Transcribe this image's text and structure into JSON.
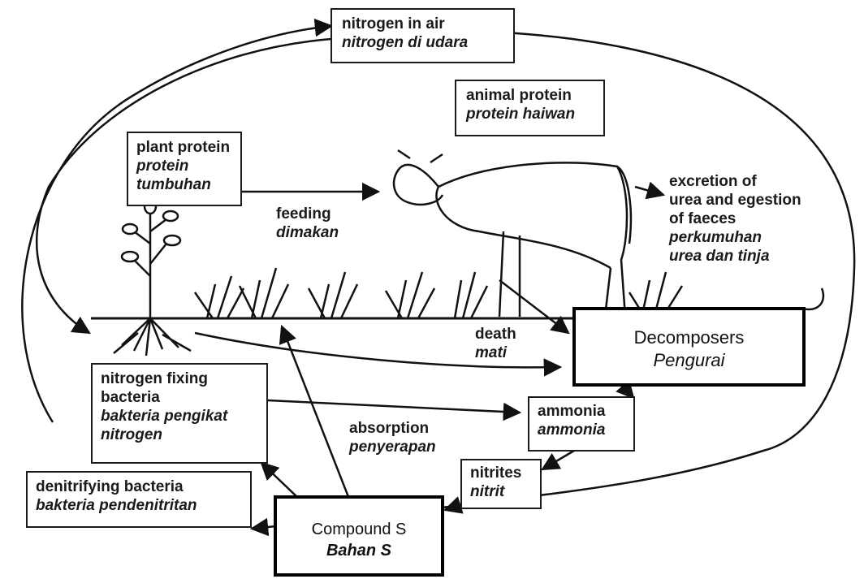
{
  "labels": {
    "nitrogen_in_air": {
      "en": "nitrogen in air",
      "ms": "nitrogen di udara"
    },
    "animal_protein": {
      "en": "animal protein",
      "ms": "protein haiwan"
    },
    "plant_protein": {
      "en": "plant protein",
      "ms1": "protein",
      "ms2": "tumbuhan"
    },
    "feeding": {
      "en": "feeding",
      "ms": "dimakan"
    },
    "excretion": {
      "en1": "excretion of",
      "en2": "urea and egestion",
      "en3": "of faeces",
      "ms1": "perkumuhan",
      "ms2": "urea dan tinja"
    },
    "death": {
      "en": "death",
      "ms": "mati"
    },
    "decomposers": {
      "en": "Decomposers",
      "ms": "Pengurai"
    },
    "nitrogen_fixing": {
      "en1": "nitrogen fixing",
      "en2": "bacteria",
      "ms1": "bakteria pengikat",
      "ms2": "nitrogen"
    },
    "absorption": {
      "en": "absorption",
      "ms": "penyerapan"
    },
    "ammonia": {
      "en": "ammonia",
      "ms": "ammonia"
    },
    "nitrites": {
      "en": "nitrites",
      "ms": "nitrit"
    },
    "denitrifying": {
      "en": "denitrifying bacteria",
      "ms": "bakteria pendenitritan"
    },
    "compound_s": {
      "en": "Compound S",
      "ms": "Bahan S"
    }
  }
}
